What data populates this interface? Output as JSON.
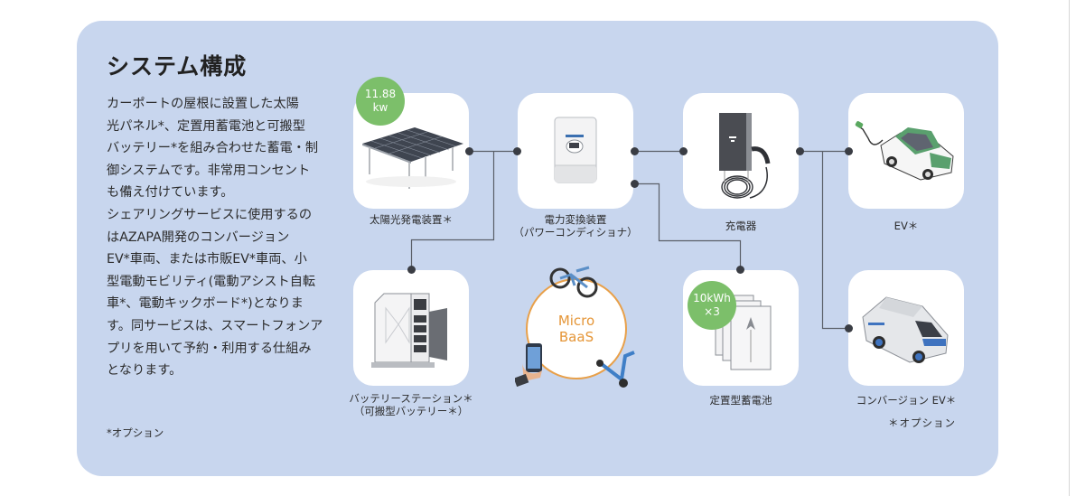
{
  "title": "システム構成",
  "description": [
    "カーポートの屋根に設置した太陽",
    "光パネル*、定置用蓄電池と可搬型",
    "バッテリー*を組み合わせた蓄電・制",
    "御システムです。非常用コンセント",
    "も備え付けています。",
    "シェアリングサービスに使用するの",
    "はAZAPA開発のコンバージョン",
    "EV*車両、または市販EV*車両、小",
    "型電動モビリティ(電動アシスト自転",
    "車*、電動キックボード*)となりま",
    "す。同サービスは、スマートフォンア",
    "プリを用いて予約・利用する仕組み",
    "となります。"
  ],
  "description_note": "*オプション",
  "nodes": {
    "solar": {
      "label": "太陽光発電装置＊",
      "badge_line1": "11.88",
      "badge_line2": "kw",
      "icon": "solar-carport-icon"
    },
    "pcs": {
      "label_line1": "電力変換装置",
      "label_line2": "（パワーコンディショナ）",
      "icon": "power-conditioner-icon"
    },
    "charger": {
      "label": "充電器",
      "icon": "ev-charger-icon"
    },
    "ev": {
      "label": "EV＊",
      "icon": "electric-car-icon"
    },
    "battery_station": {
      "label_line1": "バッテリーステーション＊",
      "label_line2": "（可搬型バッテリー＊）",
      "icon": "battery-station-icon"
    },
    "micro_baas": {
      "line1": "Micro",
      "line2": "BaaS",
      "icon": "micro-mobility-icon"
    },
    "storage": {
      "label": "定置型蓄電池",
      "badge_line1": "10kWh",
      "badge_line2": "×3",
      "icon": "storage-battery-icon"
    },
    "conversion_ev": {
      "label": "コンバージョン EV＊",
      "icon": "conversion-van-icon"
    }
  },
  "option_note": "＊オプション",
  "colors": {
    "panel": "#c8d6ee",
    "badge": "#7cbf6a",
    "micro_ring": "#e8a04a",
    "line": "#5a5f68"
  }
}
